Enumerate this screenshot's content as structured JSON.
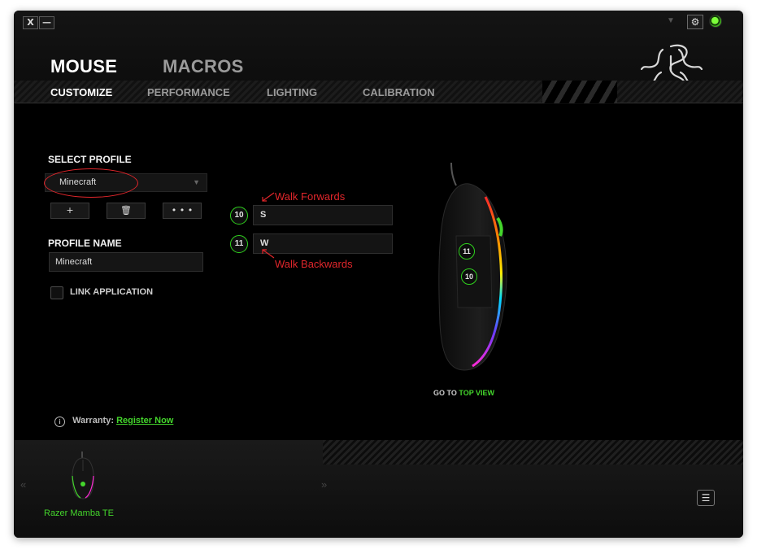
{
  "window_controls": {
    "close": "X",
    "minimize": "—"
  },
  "top_right": {
    "dropdown_arrow": "▼",
    "settings_icon": "gear-icon",
    "status_icon": "razer-status-icon"
  },
  "main_tabs": [
    {
      "label": "MOUSE",
      "active": true
    },
    {
      "label": "MACROS",
      "active": false
    }
  ],
  "sub_tabs": [
    {
      "label": "CUSTOMIZE",
      "active": true
    },
    {
      "label": "PERFORMANCE",
      "active": false
    },
    {
      "label": "LIGHTING",
      "active": false
    },
    {
      "label": "CALIBRATION",
      "active": false
    }
  ],
  "profile": {
    "select_label": "SELECT PROFILE",
    "selected": "Minecraft",
    "add_glyph": "+",
    "delete_glyph": "🗑",
    "more_glyph": "• • •",
    "name_label": "PROFILE NAME",
    "name_value": "Minecraft",
    "link_app_label": "LINK APPLICATION",
    "link_app_checked": false
  },
  "button_mappings": [
    {
      "button": "10",
      "key": "S",
      "annotation": "Walk Forwards"
    },
    {
      "button": "11",
      "key": "W",
      "annotation": "Walk Backwards"
    }
  ],
  "mouse_preview": {
    "button_labels": [
      "11",
      "10"
    ]
  },
  "go_to": {
    "prefix": "GO TO",
    "link": "TOP VIEW"
  },
  "warranty": {
    "label": "Warranty:",
    "link": "Register Now"
  },
  "device": {
    "name": "Razer Mamba TE"
  },
  "nav": {
    "prev": "«",
    "next": "»",
    "menu_glyph": "☰"
  },
  "colors": {
    "accent_green": "#44d62c",
    "annotation_red": "#e0262b"
  }
}
